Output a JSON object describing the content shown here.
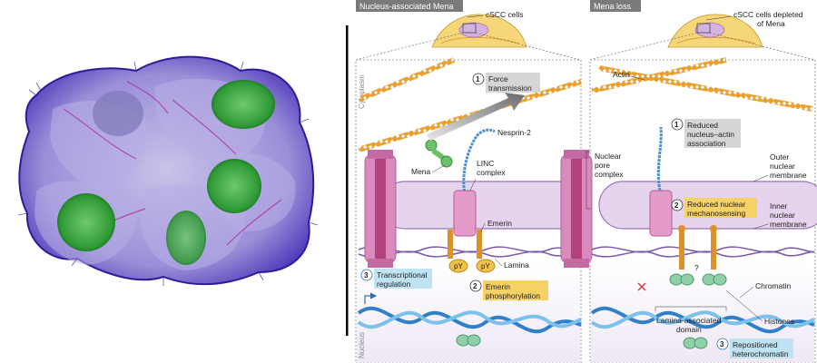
{
  "left_panel": {
    "title": "Nucleus-associated Mena",
    "inset_label": "cSCC cells"
  },
  "right_panel": {
    "title": "Mena loss",
    "inset_label": "cSCC cells depleted of Mena"
  },
  "side_labels": {
    "cytoplasm": "Cytoplasm",
    "nucleus": "Nucleus"
  },
  "left_labels": {
    "force": "Force transmission",
    "nesprin": "Nesprin-2",
    "mena": "Mena",
    "linc": "LINC complex",
    "emerin": "Emerin",
    "lamina": "Lamina",
    "pY": "pY",
    "transcriptional": "Transcriptional regulation",
    "emerin_phos": "Emerin phosphorylation"
  },
  "center_labels": {
    "npc": "Nuclear pore complex"
  },
  "right_labels": {
    "actin": "Actin",
    "reduced_assoc": "Reduced nucleus–actin association",
    "outer_membrane": "Outer nuclear membrane",
    "reduced_mechano": "Reduced nuclear mechanosensing",
    "inner_membrane": "Inner nuclear membrane",
    "chromatin": "Chromatin",
    "histones": "Histones",
    "lad": "Lamina-associated domain",
    "repositioned": "Repositioned heterochromatin",
    "question": "?"
  },
  "numbers": {
    "one": "1",
    "two": "2",
    "three": "3"
  },
  "colors": {
    "actin": "#f0a020",
    "nuclear_envelope": "#d9c2e6",
    "nesprin": "#4a8fd6",
    "npc": "#c46aa3",
    "emerin": "#e0902a",
    "chromatin": "#2f7fc9",
    "histone": "#8fd0a8",
    "mena": "#6cc26a",
    "box_gray": "#d6d6d6",
    "box_yellow": "#f6d266",
    "box_blue": "#bfe3f3"
  }
}
